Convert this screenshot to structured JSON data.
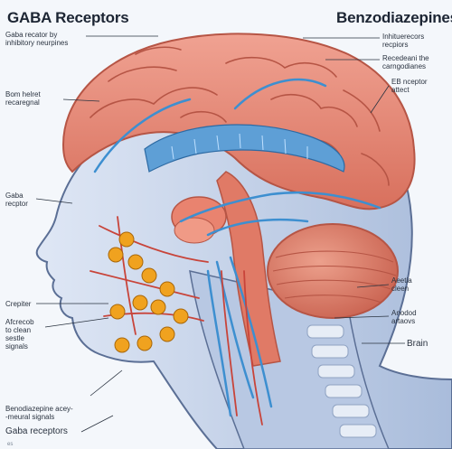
{
  "titles": {
    "left": "GABA Receptors",
    "right": "Benzodiazepines"
  },
  "labels_left": [
    "Gaba recator by\ninhibitory neurpines",
    "Bom helret\nrecaregnal",
    "Gaba\nrecptor",
    "Crepiter",
    "Afcrecob\nto clean\nsestle\nsignals",
    "Benodiazepine acey-\n-meural signals",
    "Gaba receptors"
  ],
  "labels_right": [
    "Inhituerecors\nrecpiors",
    "Recedeani the\ncarngodianes",
    "EB nceptor\nattect",
    "Aeetia\ncleen",
    "Anodod\nartaovs",
    "Brain"
  ],
  "footer_mark": "es",
  "colors": {
    "brain": "#e58a78",
    "brain_shadow": "#c9624f",
    "skin": "#c9d6ec",
    "skin_edge": "#5b6f95",
    "nerve_blue": "#3d8fd0",
    "vessel_red": "#c8443a",
    "receptor_orange": "#f0a21f"
  },
  "icons": [
    "neuron-receptor-icon"
  ]
}
